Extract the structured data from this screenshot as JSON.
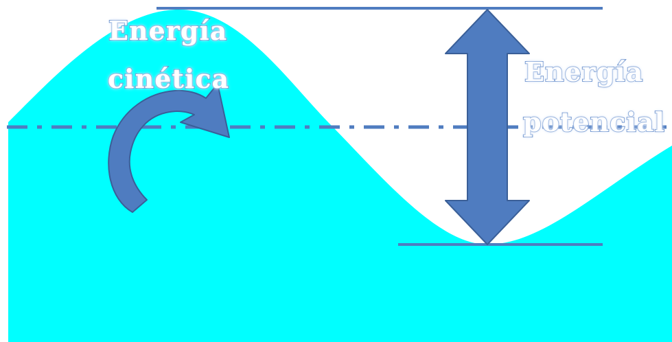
{
  "colors": {
    "water": "#00ffff",
    "accent": "#4f7cc0",
    "arrow_fill": "#4f7cc0",
    "arrow_stroke": "#3a5f98",
    "background": "#ffffff"
  },
  "labels": {
    "kinetic_line1": "Energía",
    "kinetic_line2": "cinética",
    "potential_line1": "Energía",
    "potential_line2": "potencial"
  },
  "icons": {
    "kinetic": "curved-arrow-icon",
    "potential": "double-headed-arrow-icon"
  }
}
